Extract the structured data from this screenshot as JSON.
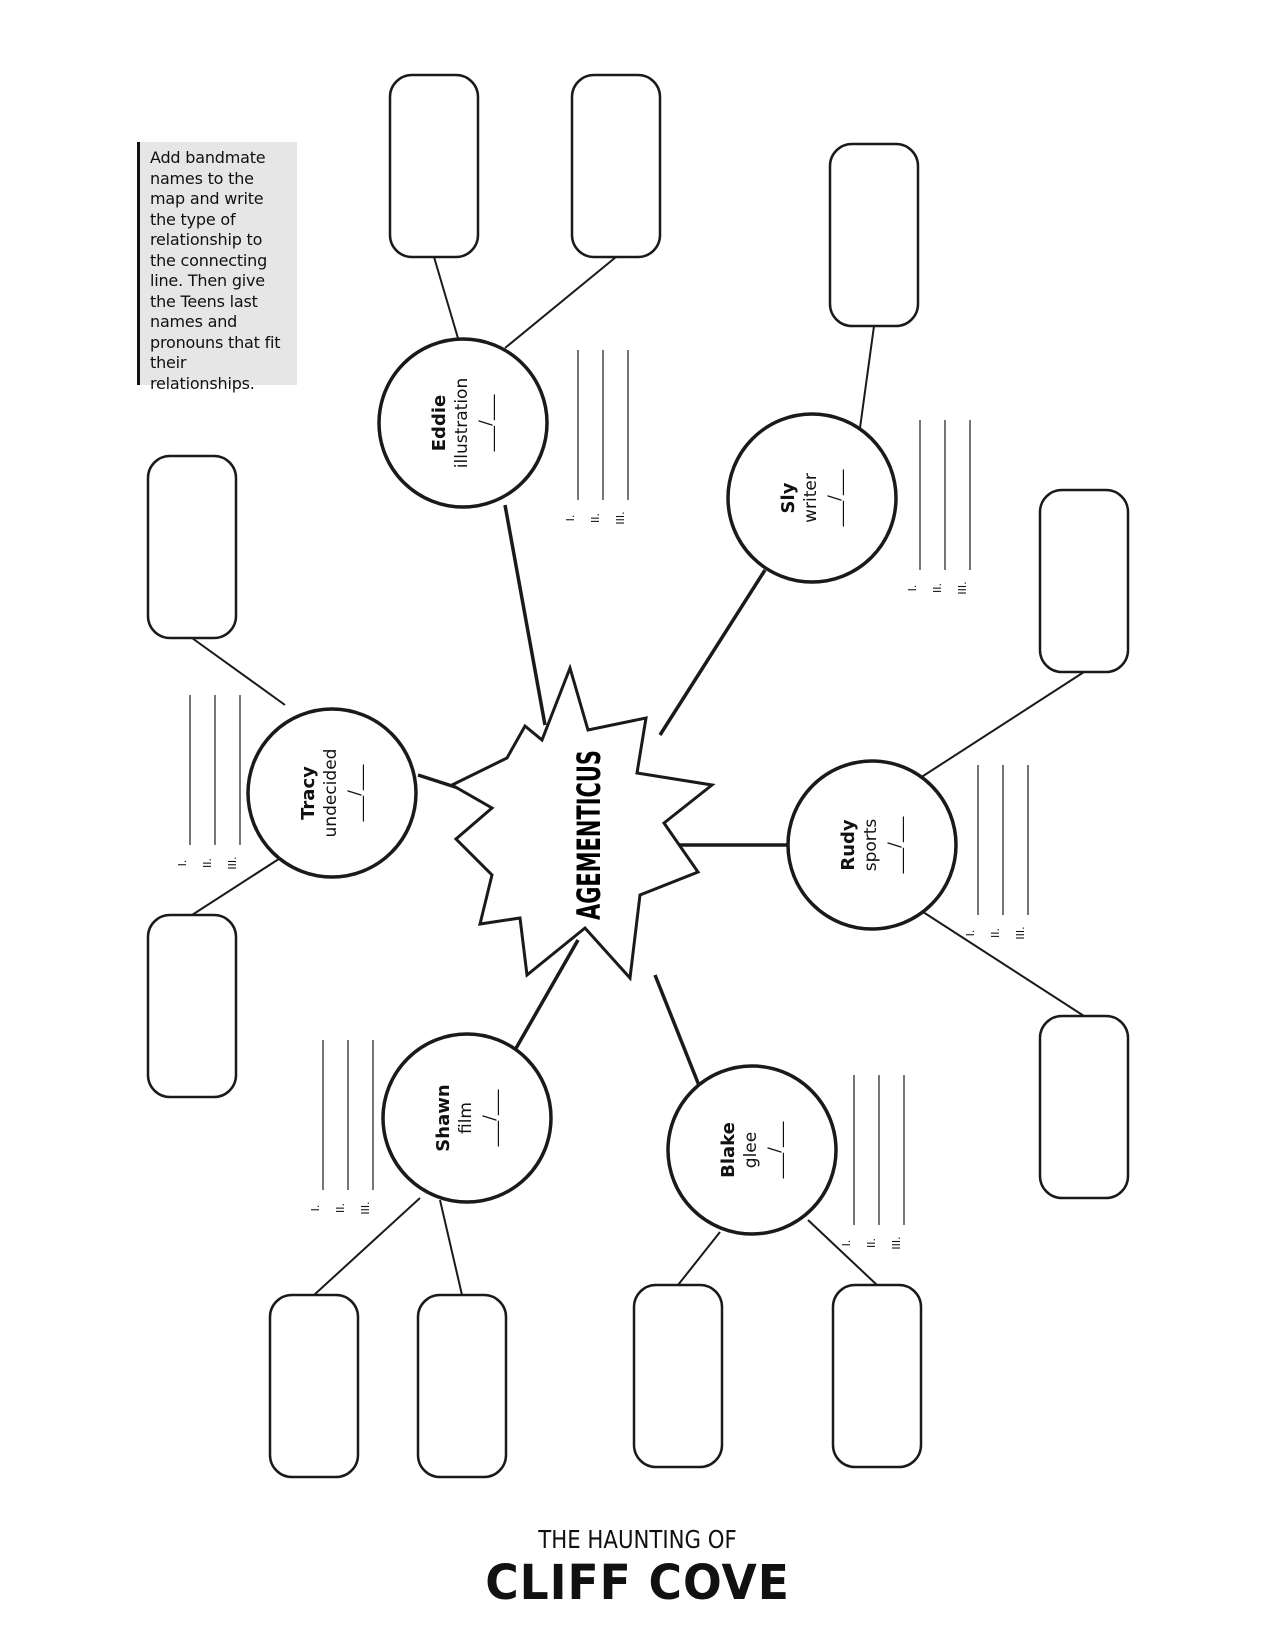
{
  "instructions": "Add bandmate names to the map and write the type of relationship to the connecting line. Then give the Teens last names and pronouns that fit their relationships.",
  "center": {
    "label": "AGEMENTICUS"
  },
  "nodes": [
    {
      "name": "Eddie",
      "role": "illustration",
      "pronoun_line": "___/___"
    },
    {
      "name": "Sly",
      "role": "writer",
      "pronoun_line": "___/___"
    },
    {
      "name": "Tracy",
      "role": "undecided",
      "pronoun_line": "___/___"
    },
    {
      "name": "Rudy",
      "role": "sports",
      "pronoun_line": "___/___"
    },
    {
      "name": "Shawn",
      "role": "film",
      "pronoun_line": "___/___"
    },
    {
      "name": "Blake",
      "role": "glee",
      "pronoun_line": "___/___"
    }
  ],
  "line_labels": [
    "I.",
    "II.",
    "III."
  ],
  "brand": {
    "top": "THE HAUNTING OF",
    "main": "CLIFF COVE"
  }
}
